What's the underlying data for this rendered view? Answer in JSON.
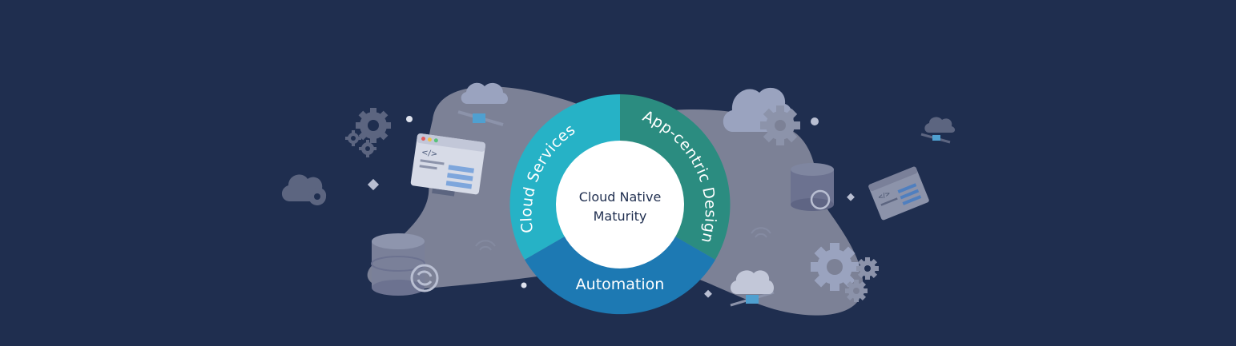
{
  "colors": {
    "background": "#1f2e4f",
    "blob": "#7c8196",
    "cloud_services": "#26b2c6",
    "app_centric": "#2b8c80",
    "automation": "#1d79b3",
    "center": "#ffffff",
    "icon_light": "#b9bfd2",
    "icon_mid": "#8c93aa"
  },
  "diagram": {
    "center_label_line1": "Cloud Native",
    "center_label_line2": "Maturity",
    "segments": [
      {
        "label": "Cloud Services",
        "color": "#26b2c6"
      },
      {
        "label": "App-centric Design",
        "color": "#2b8c80"
      },
      {
        "label": "Automation",
        "color": "#1d79b3"
      }
    ]
  },
  "icons": {
    "cloud": "cloud-icon",
    "gear": "gear-icon",
    "database": "database-icon",
    "browser": "browser-window-icon",
    "code": "code-icon",
    "sync": "sync-icon"
  }
}
